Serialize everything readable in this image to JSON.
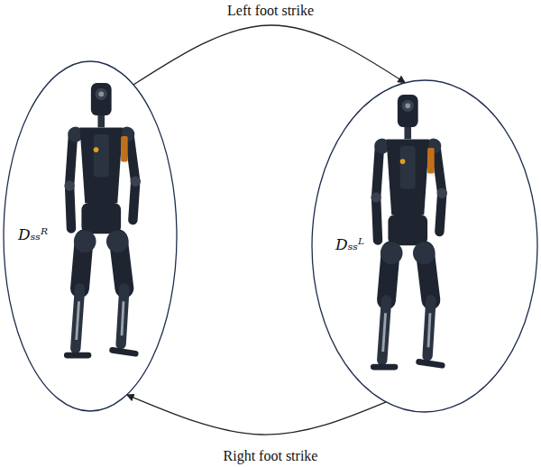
{
  "diagram": {
    "nodes": [
      {
        "text": [
          "Dₛₛᴿ"
        ]
      },
      {
        "text": [
          "Dₛₛᴸ"
        ]
      }
    ],
    "edges": [
      {
        "from": 0,
        "to": 1,
        "label": "Left foot strike",
        "arrow": "to"
      },
      {
        "from": 1,
        "to": 0,
        "label": "Right foot strike",
        "arrow": "to"
      }
    ]
  }
}
